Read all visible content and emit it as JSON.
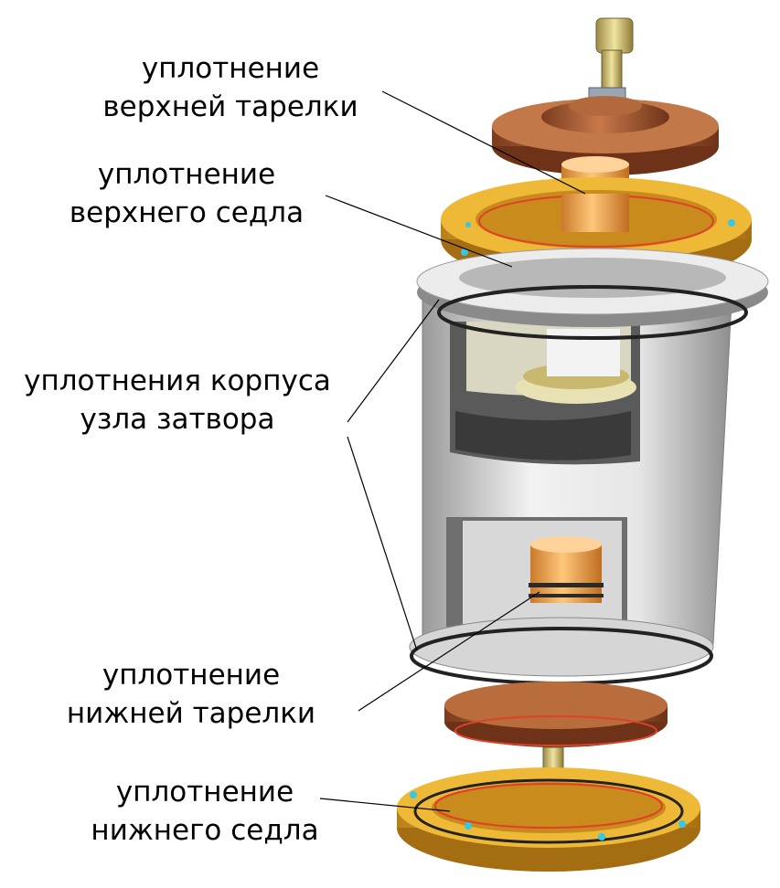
{
  "labels": {
    "upper_disc_seal": {
      "line1": "уплотнение",
      "line2": "верхней тарелки"
    },
    "upper_seat_seal": {
      "line1": "уплотнение",
      "line2": "верхнего седла"
    },
    "body_seals": {
      "line1": "уплотнения корпуса",
      "line2": "узла затвора"
    },
    "lower_disc_seal": {
      "line1": "уплотнение",
      "line2": "нижней тарелки"
    },
    "lower_seat_seal": {
      "line1": "уплотнение",
      "line2": "нижнего седла"
    }
  },
  "colors": {
    "bronze": "#b8653a",
    "gold": "#e3ad2f",
    "steel": "#d4d4d4",
    "seal_dark": "#222222",
    "marker_cyan": "#38c8e6",
    "ptfe": "#f2a24a"
  },
  "icons": {
    "assembly": "valve-cartridge-exploded-view"
  }
}
